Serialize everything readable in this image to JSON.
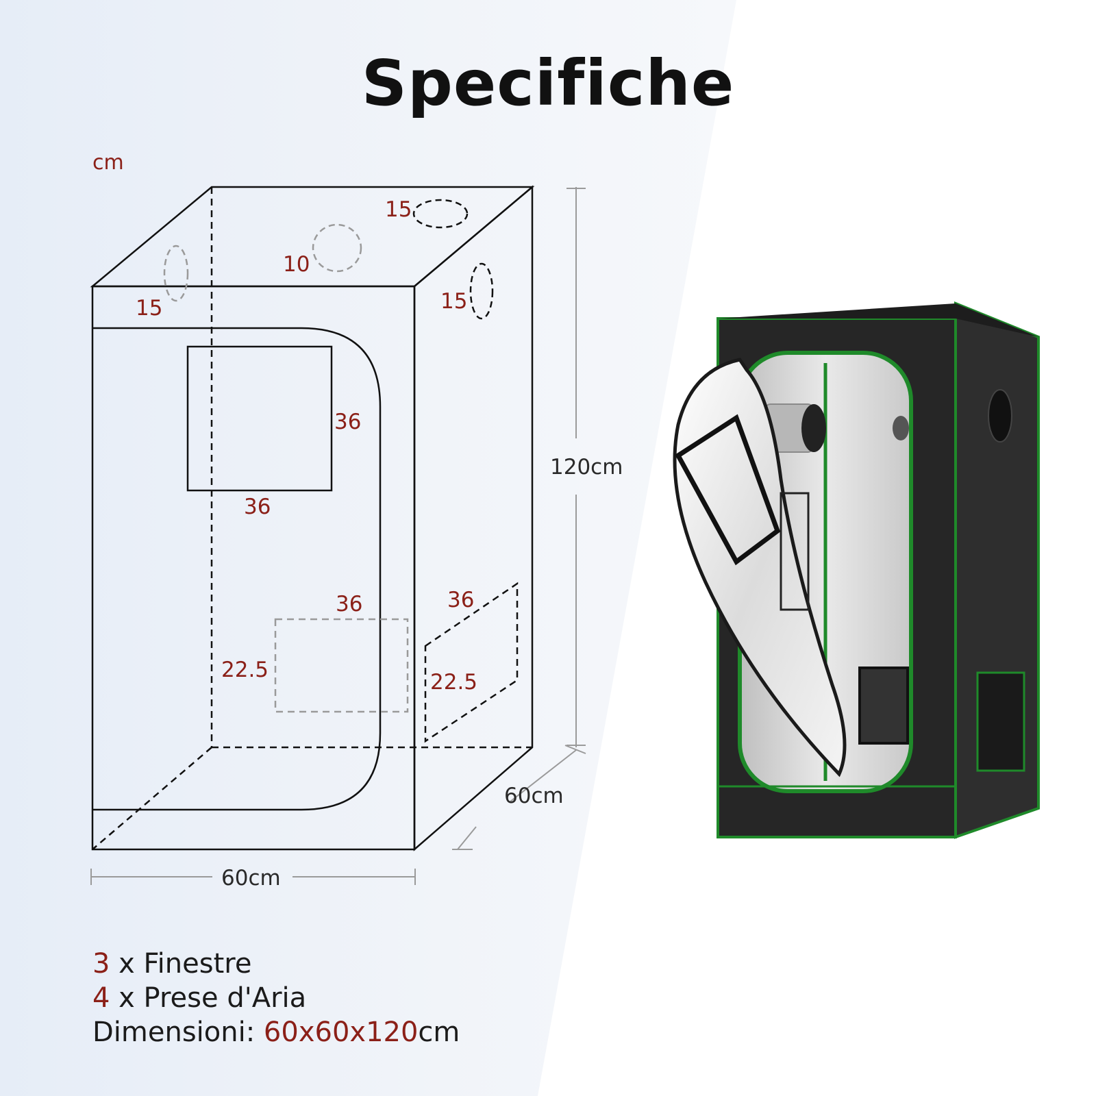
{
  "title": "Specifiche",
  "unit": "cm",
  "colors": {
    "accent": "#8b2018",
    "outline": "#111111",
    "tent_fabric": "#2b2b2b",
    "tent_trim": "#1f8a2a",
    "tent_lining": "#d8d8d8"
  },
  "diagram": {
    "vents": {
      "top_back": "15",
      "top_center": "10",
      "left": "15",
      "right_side": "15"
    },
    "front_window": {
      "height": "36",
      "width": "36"
    },
    "back_window": {
      "width": "36",
      "height": "22.5"
    },
    "side_window": {
      "width": "36",
      "height": "22.5"
    },
    "dimensions": {
      "height": "120cm",
      "depth": "60cm",
      "width": "60cm"
    }
  },
  "specs": {
    "windows": {
      "count": "3",
      "label": " x Finestre"
    },
    "vents": {
      "count": "4",
      "label": " x Prese d'Aria"
    },
    "dimensions": {
      "label": "Dimensioni: ",
      "value": "60x60x120",
      "unit": "cm"
    }
  }
}
